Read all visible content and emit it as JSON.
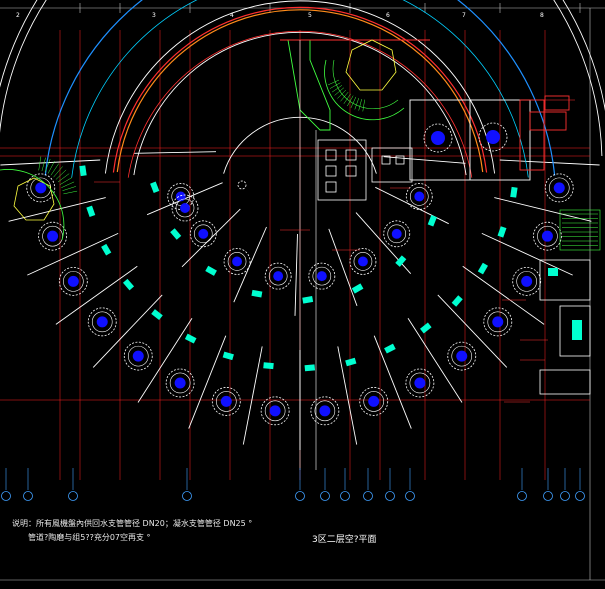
{
  "drawing": {
    "title": "3区二层空?平面",
    "note_line1": "说明：所有風機盤內供回水支管管径 DN20；凝水支管管径 DN25 °",
    "note_line2": "管道?陶磨与组5??充分07空再支 °",
    "column_numbers": [
      "2",
      "3",
      "4",
      "5",
      "6",
      "7",
      "8"
    ]
  },
  "colors": {
    "background": "#000000",
    "wall": "#ffffff",
    "grid": "#ff2020",
    "supply_pipe": "#ff3030",
    "return_pipe": "#ff8c1a",
    "condensate_pipe": "#1e90ff",
    "table": "#2020ff",
    "fan_coil": "#00ffd0",
    "stair": "#40ff40",
    "annotation": "#ffffff"
  }
}
